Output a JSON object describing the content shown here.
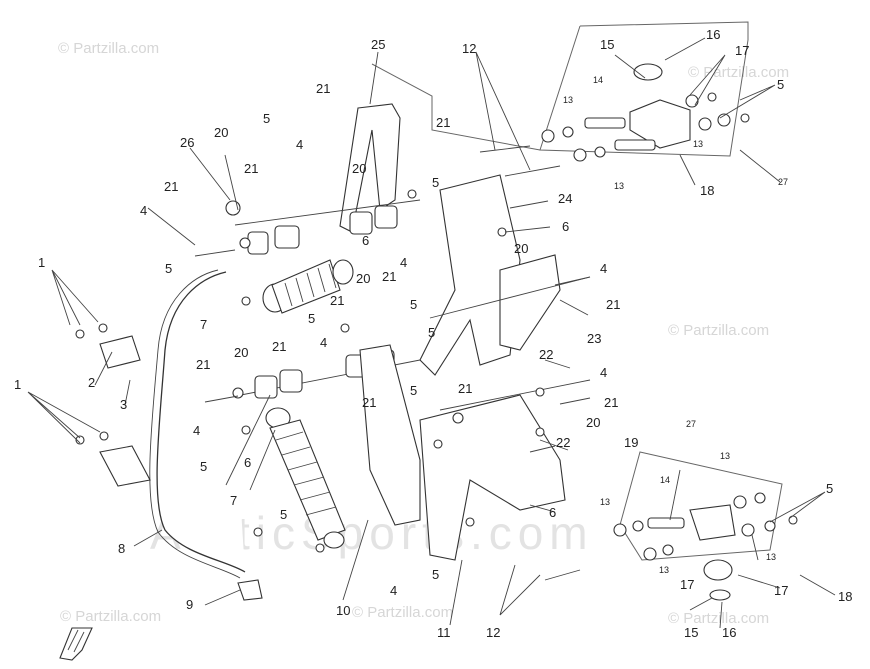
{
  "watermarks": {
    "partzilla": "© Partzilla.com",
    "center": "© Partzilla.com",
    "big": "ArcticSports.com"
  },
  "callouts": [
    {
      "id": "c1a",
      "label": "1"
    },
    {
      "id": "c1b",
      "label": "1"
    },
    {
      "id": "c2",
      "label": "2"
    },
    {
      "id": "c3",
      "label": "3"
    },
    {
      "id": "c4a",
      "label": "4"
    },
    {
      "id": "c4b",
      "label": "4"
    },
    {
      "id": "c4c",
      "label": "4"
    },
    {
      "id": "c4d",
      "label": "4"
    },
    {
      "id": "c4e",
      "label": "4"
    },
    {
      "id": "c4f",
      "label": "4"
    },
    {
      "id": "c4g",
      "label": "4"
    },
    {
      "id": "c4h",
      "label": "4"
    },
    {
      "id": "c5a",
      "label": "5"
    },
    {
      "id": "c5b",
      "label": "5"
    },
    {
      "id": "c5c",
      "label": "5"
    },
    {
      "id": "c5d",
      "label": "5"
    },
    {
      "id": "c5e",
      "label": "5"
    },
    {
      "id": "c5f",
      "label": "5"
    },
    {
      "id": "c5g",
      "label": "5"
    },
    {
      "id": "c5h",
      "label": "5"
    },
    {
      "id": "c5i",
      "label": "5"
    },
    {
      "id": "c5j",
      "label": "5"
    },
    {
      "id": "c5k",
      "label": "5"
    },
    {
      "id": "c5l",
      "label": "5"
    },
    {
      "id": "c6a",
      "label": "6"
    },
    {
      "id": "c6b",
      "label": "6"
    },
    {
      "id": "c6c",
      "label": "6"
    },
    {
      "id": "c6d",
      "label": "6"
    },
    {
      "id": "c7a",
      "label": "7"
    },
    {
      "id": "c7b",
      "label": "7"
    },
    {
      "id": "c8",
      "label": "8"
    },
    {
      "id": "c9",
      "label": "9"
    },
    {
      "id": "c10",
      "label": "10"
    },
    {
      "id": "c11",
      "label": "11"
    },
    {
      "id": "c12a",
      "label": "12"
    },
    {
      "id": "c12b",
      "label": "12"
    },
    {
      "id": "c13a",
      "label": "13"
    },
    {
      "id": "c13b",
      "label": "13"
    },
    {
      "id": "c13c",
      "label": "13"
    },
    {
      "id": "c13d",
      "label": "13"
    },
    {
      "id": "c13e",
      "label": "13"
    },
    {
      "id": "c13f",
      "label": "13"
    },
    {
      "id": "c13g",
      "label": "13"
    },
    {
      "id": "c14a",
      "label": "14"
    },
    {
      "id": "c14b",
      "label": "14"
    },
    {
      "id": "c15a",
      "label": "15"
    },
    {
      "id": "c15b",
      "label": "15"
    },
    {
      "id": "c16a",
      "label": "16"
    },
    {
      "id": "c16b",
      "label": "16"
    },
    {
      "id": "c17a",
      "label": "17"
    },
    {
      "id": "c17b",
      "label": "17"
    },
    {
      "id": "c17c",
      "label": "17"
    },
    {
      "id": "c18a",
      "label": "18"
    },
    {
      "id": "c18b",
      "label": "18"
    },
    {
      "id": "c19",
      "label": "19"
    },
    {
      "id": "c20a",
      "label": "20"
    },
    {
      "id": "c20b",
      "label": "20"
    },
    {
      "id": "c20c",
      "label": "20"
    },
    {
      "id": "c20d",
      "label": "20"
    },
    {
      "id": "c20e",
      "label": "20"
    },
    {
      "id": "c20f",
      "label": "20"
    },
    {
      "id": "c21a",
      "label": "21"
    },
    {
      "id": "c21b",
      "label": "21"
    },
    {
      "id": "c21c",
      "label": "21"
    },
    {
      "id": "c21d",
      "label": "21"
    },
    {
      "id": "c21e",
      "label": "21"
    },
    {
      "id": "c21f",
      "label": "21"
    },
    {
      "id": "c21g",
      "label": "21"
    },
    {
      "id": "c21h",
      "label": "21"
    },
    {
      "id": "c21i",
      "label": "21"
    },
    {
      "id": "c21j",
      "label": "21"
    },
    {
      "id": "c21k",
      "label": "21"
    },
    {
      "id": "c21l",
      "label": "21"
    },
    {
      "id": "c22a",
      "label": "22"
    },
    {
      "id": "c22b",
      "label": "22"
    },
    {
      "id": "c23",
      "label": "23"
    },
    {
      "id": "c24",
      "label": "24"
    },
    {
      "id": "c25",
      "label": "25"
    },
    {
      "id": "c26",
      "label": "26"
    },
    {
      "id": "c27a",
      "label": "27"
    },
    {
      "id": "c27b",
      "label": "27"
    }
  ]
}
